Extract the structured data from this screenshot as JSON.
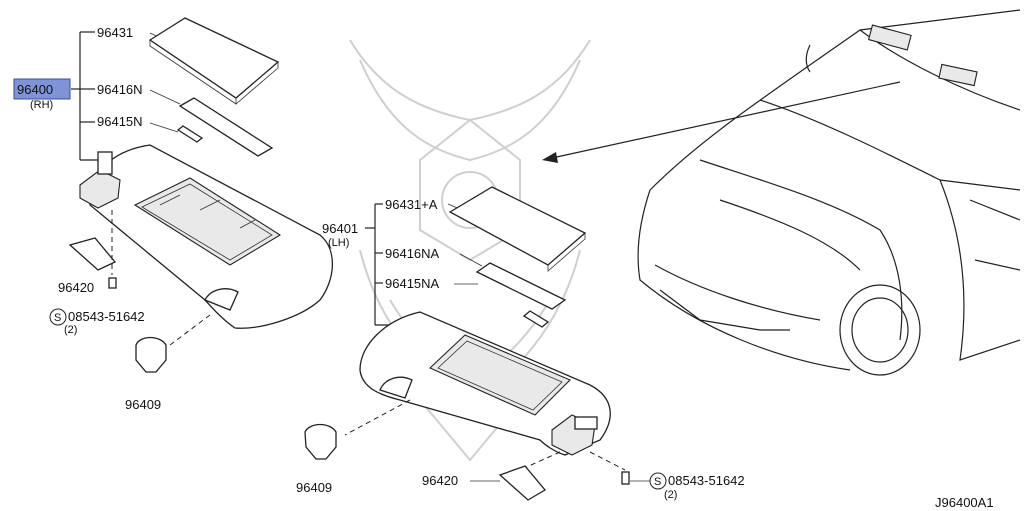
{
  "labels": {
    "p96431": "96431",
    "p96400": "96400",
    "p96400_side": "(RH)",
    "p96416N": "96416N",
    "p96415N": "96415N",
    "p96420_rh": "96420",
    "bolt_rh": "08543-51642",
    "bolt_rh_qty": "(2)",
    "p96409_rh": "96409",
    "p96431A": "96431+A",
    "p96401": "96401",
    "p96401_side": "(LH)",
    "p96416NA": "96416NA",
    "p96415NA": "96415NA",
    "p96409_lh": "96409",
    "p96420_lh": "96420",
    "bolt_lh": "08543-51642",
    "bolt_lh_qty": "(2)",
    "bolt_symbol": "S",
    "diagram_code": "J96400A1"
  },
  "colors": {
    "highlight": "#7f93d6",
    "line": "#222222",
    "watermark": "#cfcfcf"
  }
}
